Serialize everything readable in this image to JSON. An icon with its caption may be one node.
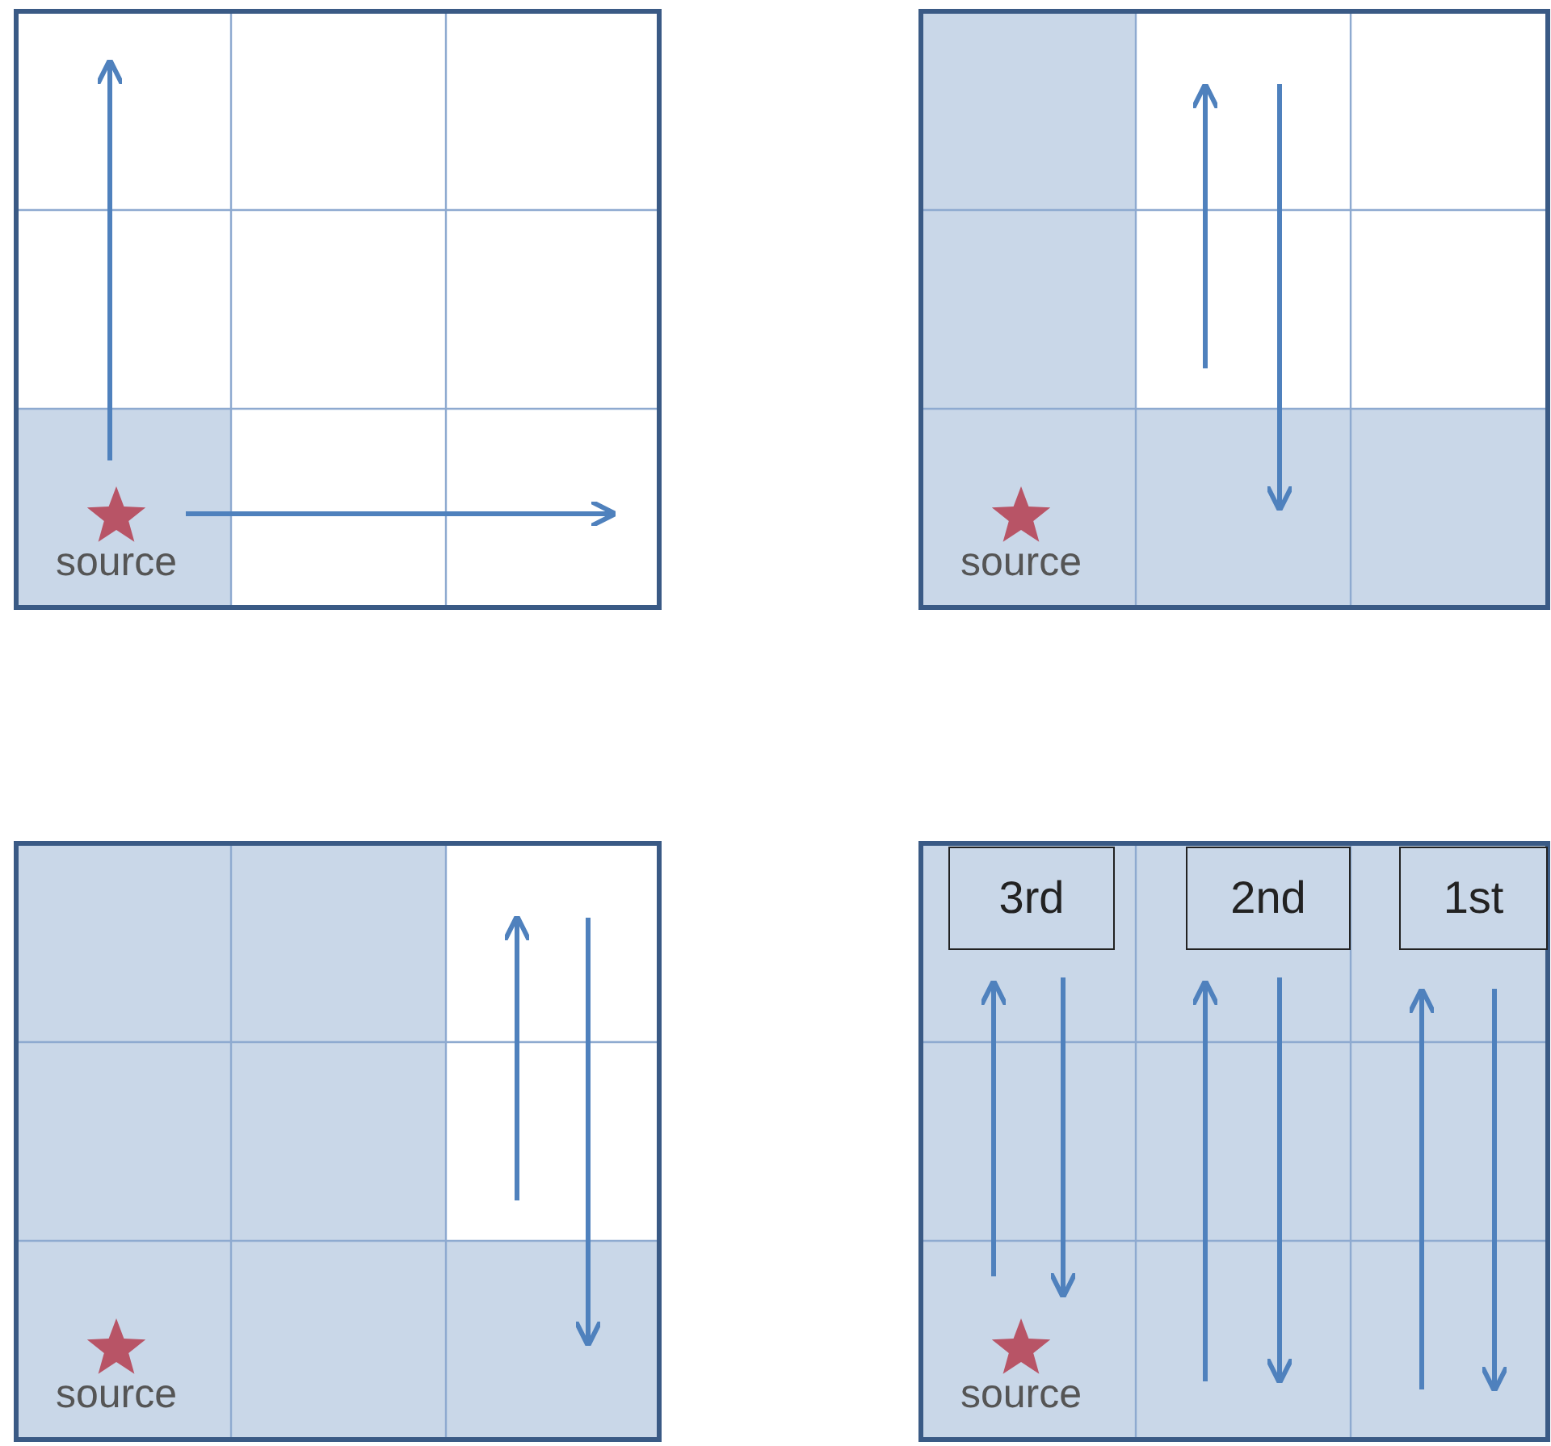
{
  "diagram": {
    "nodes": [
      {
        "text": [
          "3rd"
        ]
      },
      {
        "text": [
          "2nd"
        ]
      },
      {
        "text": [
          "1st"
        ]
      }
    ],
    "labels": [
      "source",
      "source",
      "source",
      "source"
    ]
  }
}
